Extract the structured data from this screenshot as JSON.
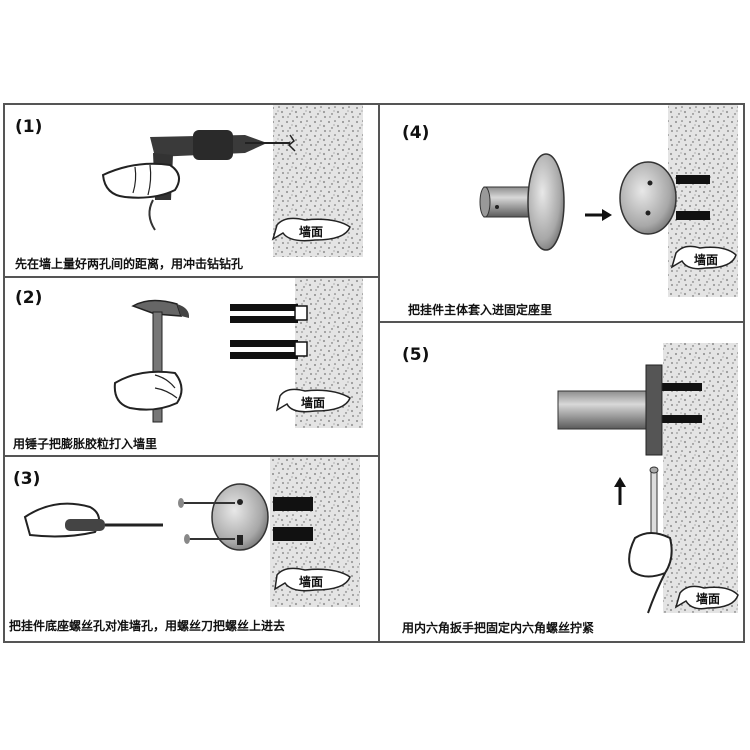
{
  "steps": [
    {
      "number": "(1)",
      "caption": "先在墙上量好两孔间的距离，用冲击钻钻孔",
      "wall_label": "墙面"
    },
    {
      "number": "(2)",
      "caption": "用锤子把膨胀胶粒打入墙里",
      "wall_label": "墙面"
    },
    {
      "number": "(3)",
      "caption": "把挂件底座螺丝孔对准墙孔，用螺丝刀把螺丝上进去",
      "wall_label": "墙面"
    },
    {
      "number": "(4)",
      "caption": "把挂件主体套入进固定座里",
      "wall_label": "墙面"
    },
    {
      "number": "(5)",
      "caption": "用内六角扳手把固定内六角螺丝拧紧",
      "wall_label": "墙面"
    }
  ],
  "colors": {
    "border": "#555555",
    "wall": "#d9d9d9",
    "metal_dark": "#4a4a4a",
    "metal_light": "#b0b0b0"
  }
}
